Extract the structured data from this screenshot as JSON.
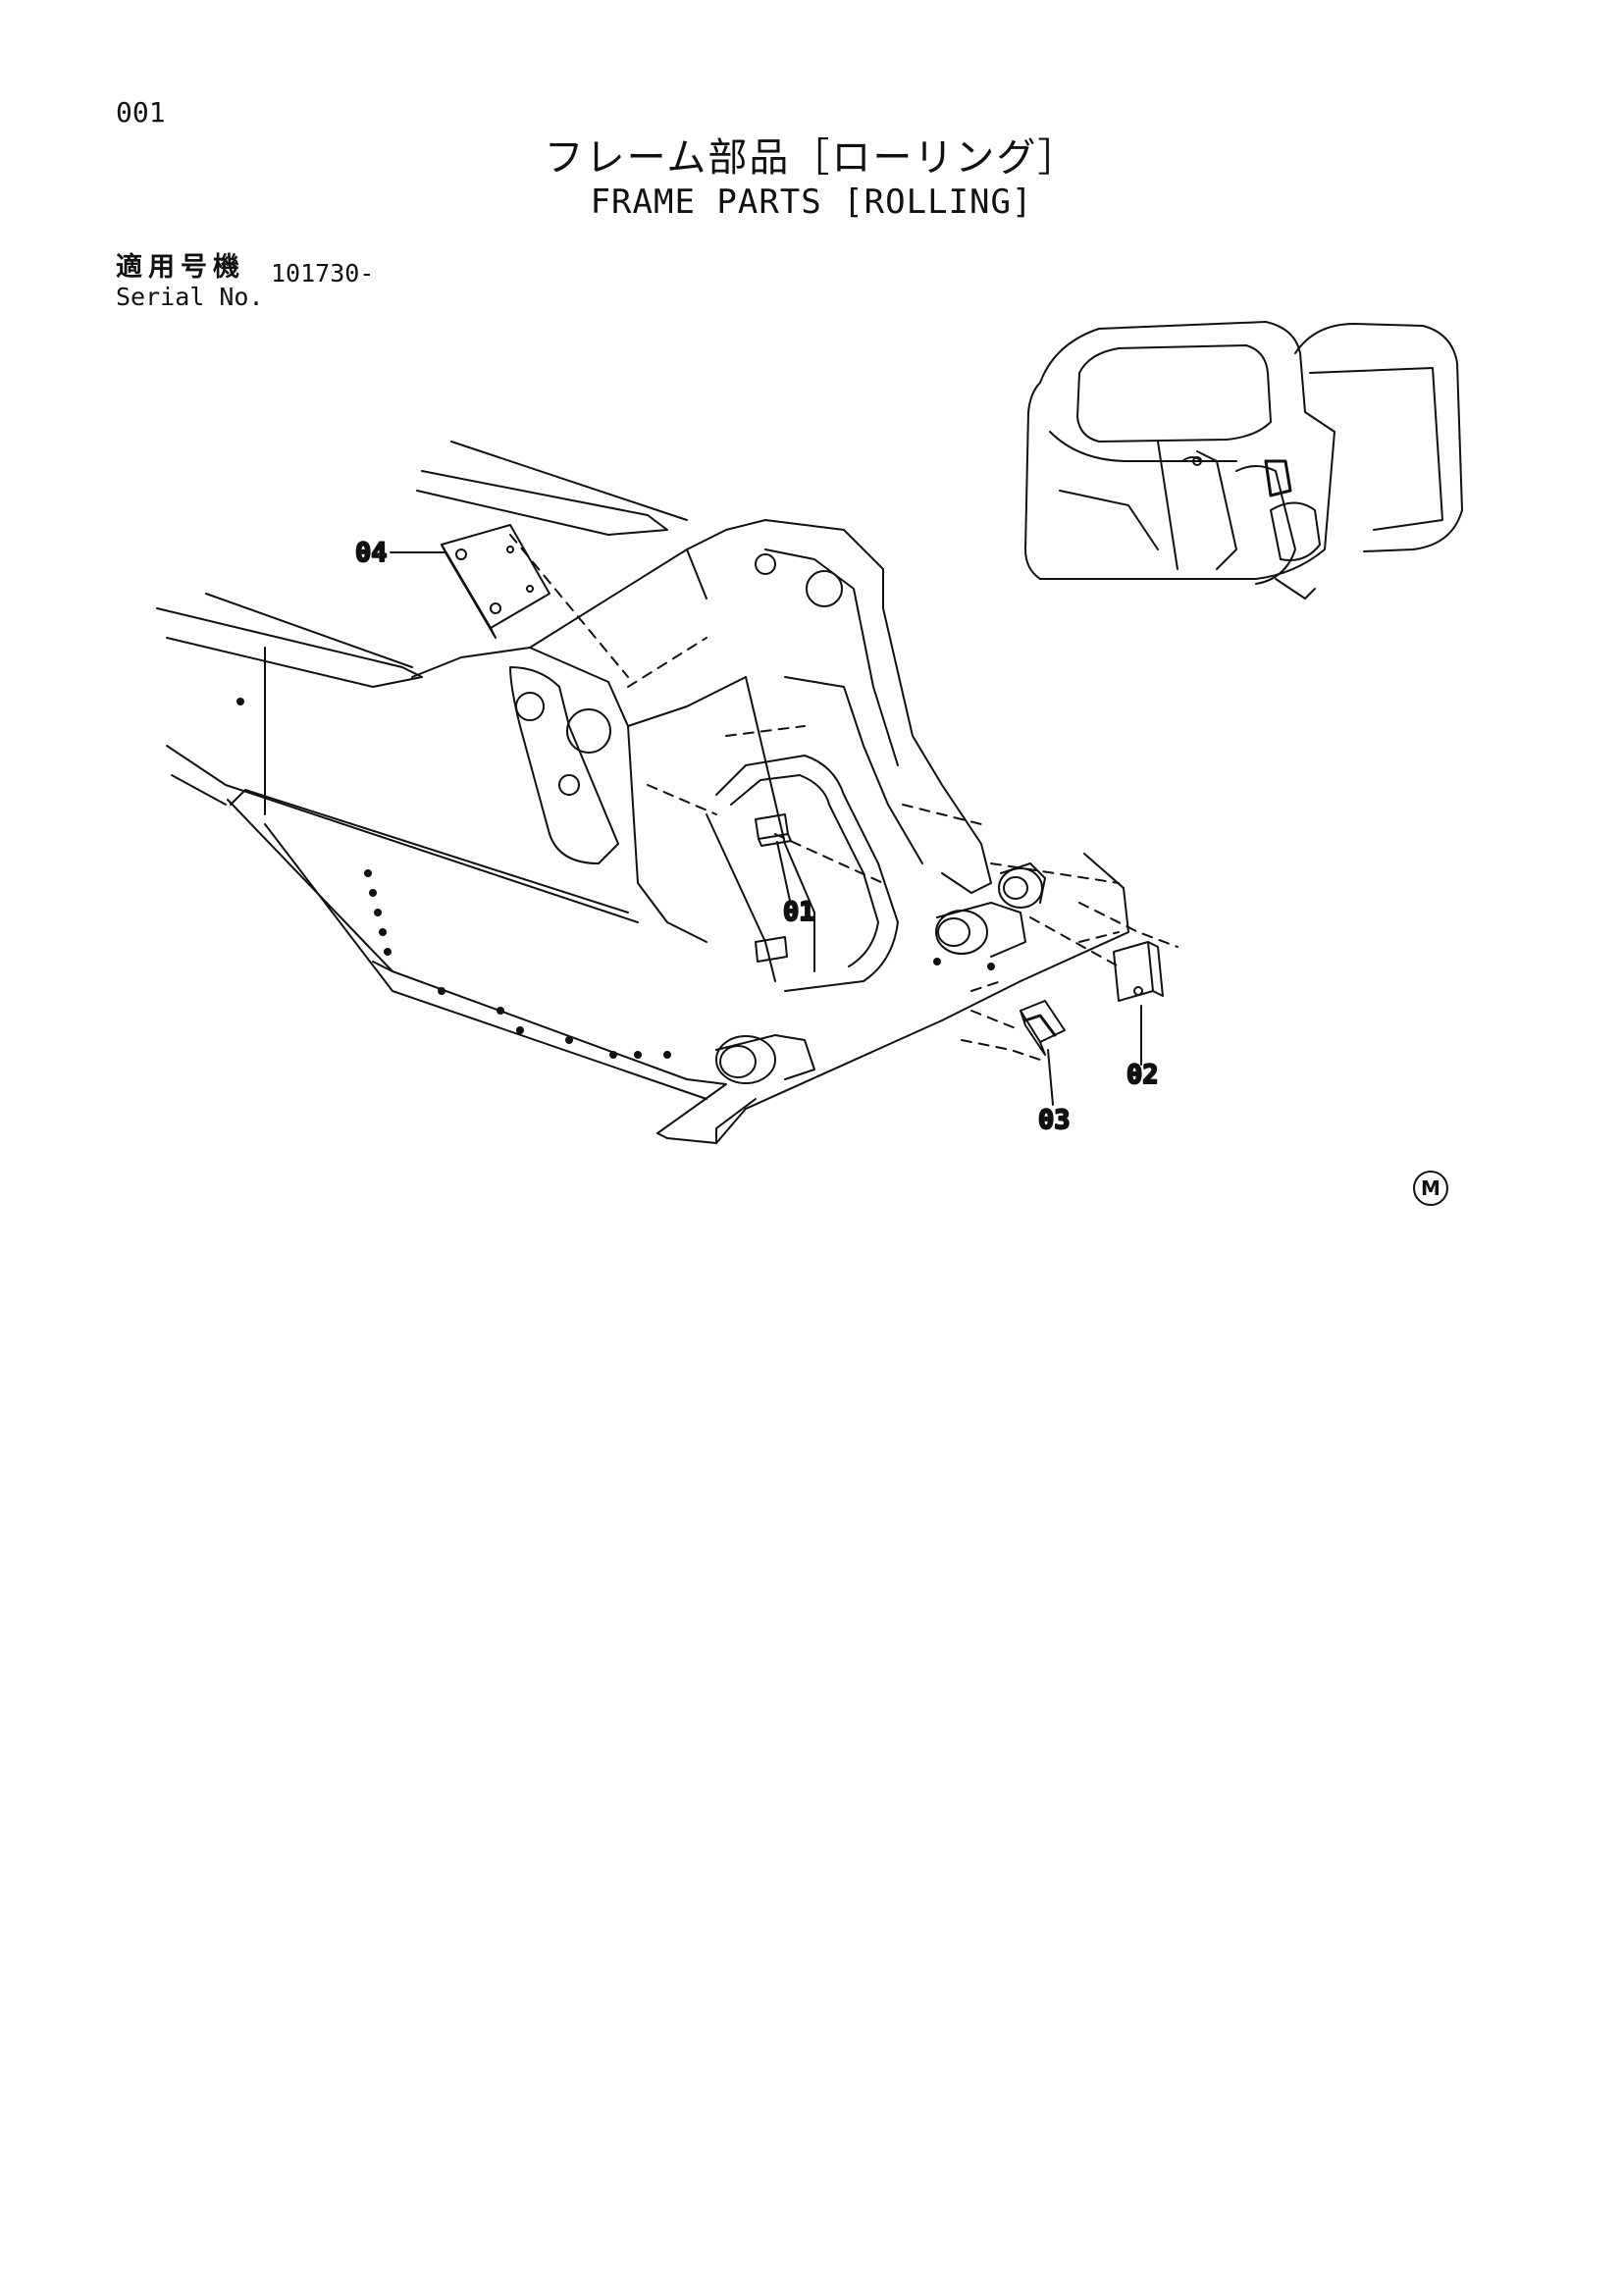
{
  "header": {
    "page_number": "001",
    "title_jp": "フレーム部品［ローリング］",
    "title_en": "FRAME PARTS [ROLLING]"
  },
  "serial": {
    "label_jp": "適用号機",
    "label_en": "Serial No.",
    "value": "101730-"
  },
  "callouts": [
    "04",
    "01",
    "02",
    "03"
  ],
  "mark": "M"
}
